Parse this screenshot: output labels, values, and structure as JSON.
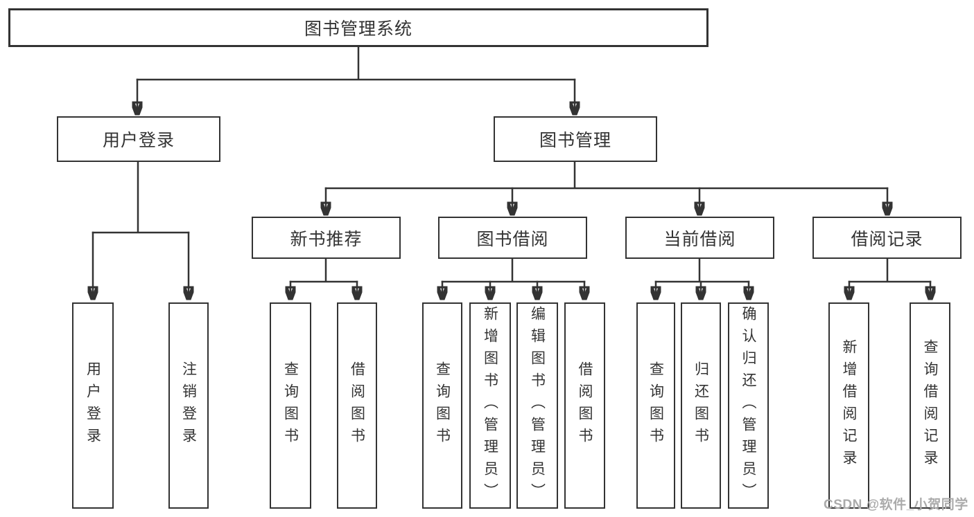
{
  "diagram_title": "图书管理系统",
  "nodes": {
    "root": {
      "label": "图书管理系统"
    },
    "l2": [
      {
        "label": "用户登录",
        "parent": "图书管理系统"
      },
      {
        "label": "图书管理",
        "parent": "图书管理系统"
      }
    ],
    "l3": [
      {
        "label": "新书推荐",
        "parent": "图书管理"
      },
      {
        "label": "图书借阅",
        "parent": "图书管理"
      },
      {
        "label": "当前借阅",
        "parent": "图书管理"
      },
      {
        "label": "借阅记录",
        "parent": "图书管理"
      }
    ],
    "leaves": [
      {
        "label": "用户登录",
        "parent": "用户登录"
      },
      {
        "label": "注销登录",
        "parent": "用户登录"
      },
      {
        "label": "查询图书",
        "parent": "新书推荐"
      },
      {
        "label": "借阅图书",
        "parent": "新书推荐"
      },
      {
        "label": "查询图书",
        "parent": "图书借阅"
      },
      {
        "label": "新增图书（管理员）",
        "parent": "图书借阅"
      },
      {
        "label": "编辑图书（管理员）",
        "parent": "图书借阅"
      },
      {
        "label": "借阅图书",
        "parent": "图书借阅"
      },
      {
        "label": "查询图书",
        "parent": "当前借阅"
      },
      {
        "label": "归还图书",
        "parent": "当前借阅"
      },
      {
        "label": "确认归还（管理员）",
        "parent": "当前借阅"
      },
      {
        "label": "新增借阅记录",
        "parent": "借阅记录"
      },
      {
        "label": "查询借阅记录",
        "parent": "借阅记录"
      }
    ]
  },
  "watermark": {
    "text": "CSDN @软件_小贺同学"
  },
  "colors": {
    "line": "#333333",
    "text": "#333333",
    "box_background": "#ffffff",
    "page_background": "#ffffff",
    "watermark": "#ababab"
  }
}
